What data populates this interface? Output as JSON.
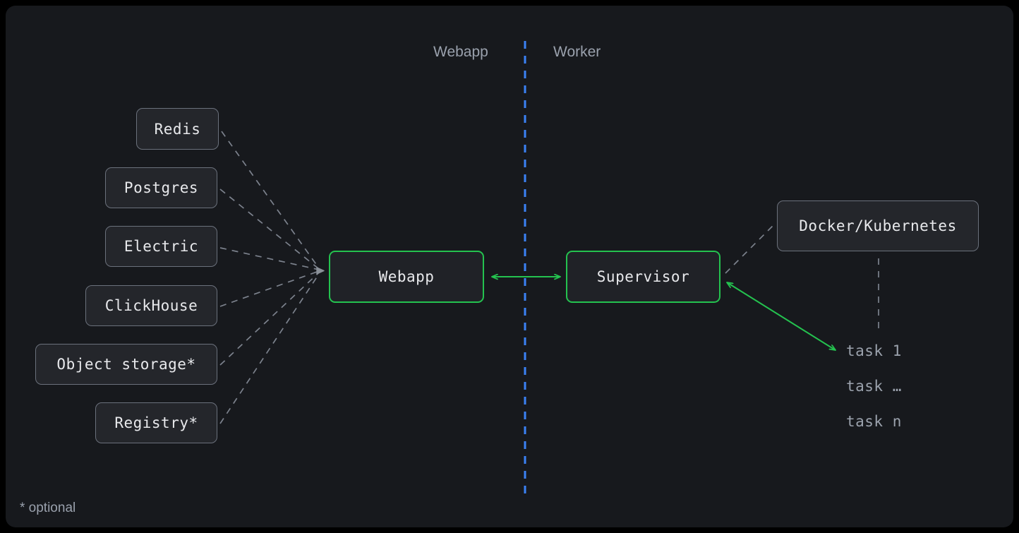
{
  "canvas": {
    "background": "#17191d",
    "page_background": "#000000"
  },
  "colors": {
    "accent_green": "#24c24f",
    "divider_blue": "#3b82f6",
    "dashed_gray": "#7c828d",
    "node_border_gray": "#6b717c",
    "node_fill_gray": "#24262b",
    "text_primary": "#e8e9ec",
    "text_muted": "#9aa1ad"
  },
  "lanes": [
    {
      "label": "Webapp"
    },
    {
      "label": "Worker"
    }
  ],
  "dependencies": [
    {
      "label": "Redis"
    },
    {
      "label": "Postgres"
    },
    {
      "label": "Electric"
    },
    {
      "label": "ClickHouse"
    },
    {
      "label": "Object storage*"
    },
    {
      "label": "Registry*"
    }
  ],
  "services": {
    "webapp": {
      "label": "Webapp"
    },
    "supervisor": {
      "label": "Supervisor"
    },
    "orchestrator": {
      "label": "Docker/Kubernetes"
    }
  },
  "tasks": [
    {
      "label": "task 1"
    },
    {
      "label": "task …"
    },
    {
      "label": "task n"
    }
  ],
  "footnote": {
    "text": "* optional"
  }
}
